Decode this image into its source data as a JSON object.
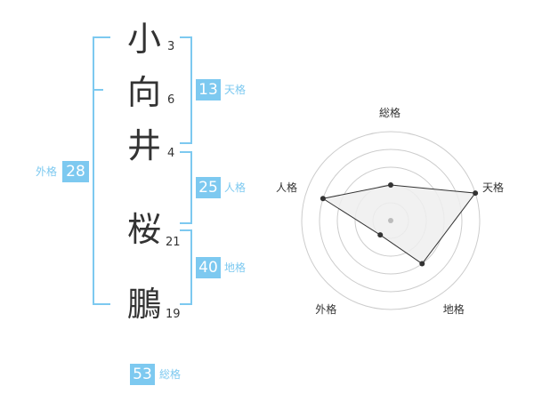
{
  "name": {
    "characters": [
      {
        "char": "小",
        "strokes": "3"
      },
      {
        "char": "向",
        "strokes": "6"
      },
      {
        "char": "井",
        "strokes": "4"
      },
      {
        "char": "桜",
        "strokes": "21"
      },
      {
        "char": "鵬",
        "strokes": "19"
      }
    ]
  },
  "fortune": {
    "tenkaku": {
      "value": "13",
      "label": "天格"
    },
    "jinkaku": {
      "value": "25",
      "label": "人格"
    },
    "chikaku": {
      "value": "40",
      "label": "地格"
    },
    "gaikaku": {
      "value": "28",
      "label": "外格"
    },
    "soukaku": {
      "value": "53",
      "label": "総格"
    }
  },
  "colors": {
    "accent": "#7dc9f0",
    "text": "#333333",
    "radar_fill": "#efefef",
    "radar_grid": "#cccccc"
  },
  "chart_data": {
    "type": "radar",
    "axes": [
      "総格",
      "天格",
      "地格",
      "外格",
      "人格"
    ],
    "values": [
      2,
      5,
      3,
      1,
      4
    ],
    "max": 5
  }
}
